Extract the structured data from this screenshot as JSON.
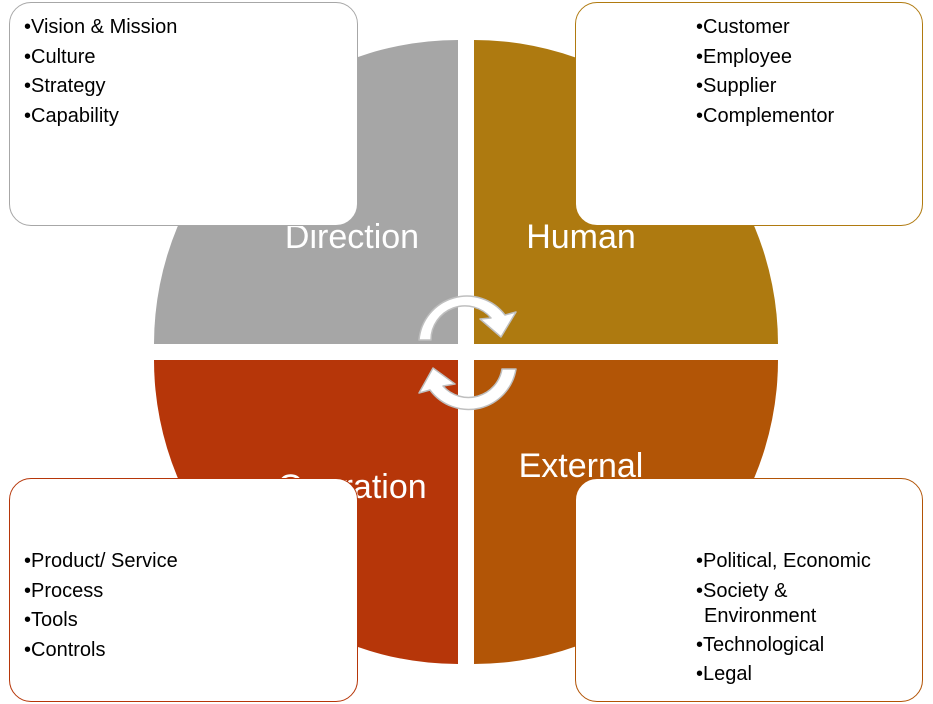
{
  "quadrants": [
    {
      "id": "direction",
      "label": "Direction",
      "color": "#a6a6a6",
      "border": "#a7a7a7",
      "items": [
        "•Vision & Mission",
        "•Culture",
        "•Strategy",
        "•Capability"
      ]
    },
    {
      "id": "human",
      "label": "Human",
      "color": "#ae7a10",
      "border": "#b07a10",
      "items": [
        "•Customer",
        "•Employee",
        "•Supplier",
        "•Complementor"
      ]
    },
    {
      "id": "operation",
      "label": "Operation",
      "color": "#b63609",
      "border": "#b63609",
      "items": [
        "•Product/ Service",
        "•Process",
        "•Tools",
        "•Controls"
      ]
    },
    {
      "id": "external",
      "label": "External",
      "color": "#b25506",
      "border": "#b25406",
      "items": [
        "•Political, Economic",
        "•Society &",
        "Environment",
        "•Technological",
        "•Legal"
      ]
    }
  ],
  "center": {
    "icon": "circular-arrows-icon",
    "fill": "#ffffff",
    "stroke": "#bfbfbf"
  }
}
